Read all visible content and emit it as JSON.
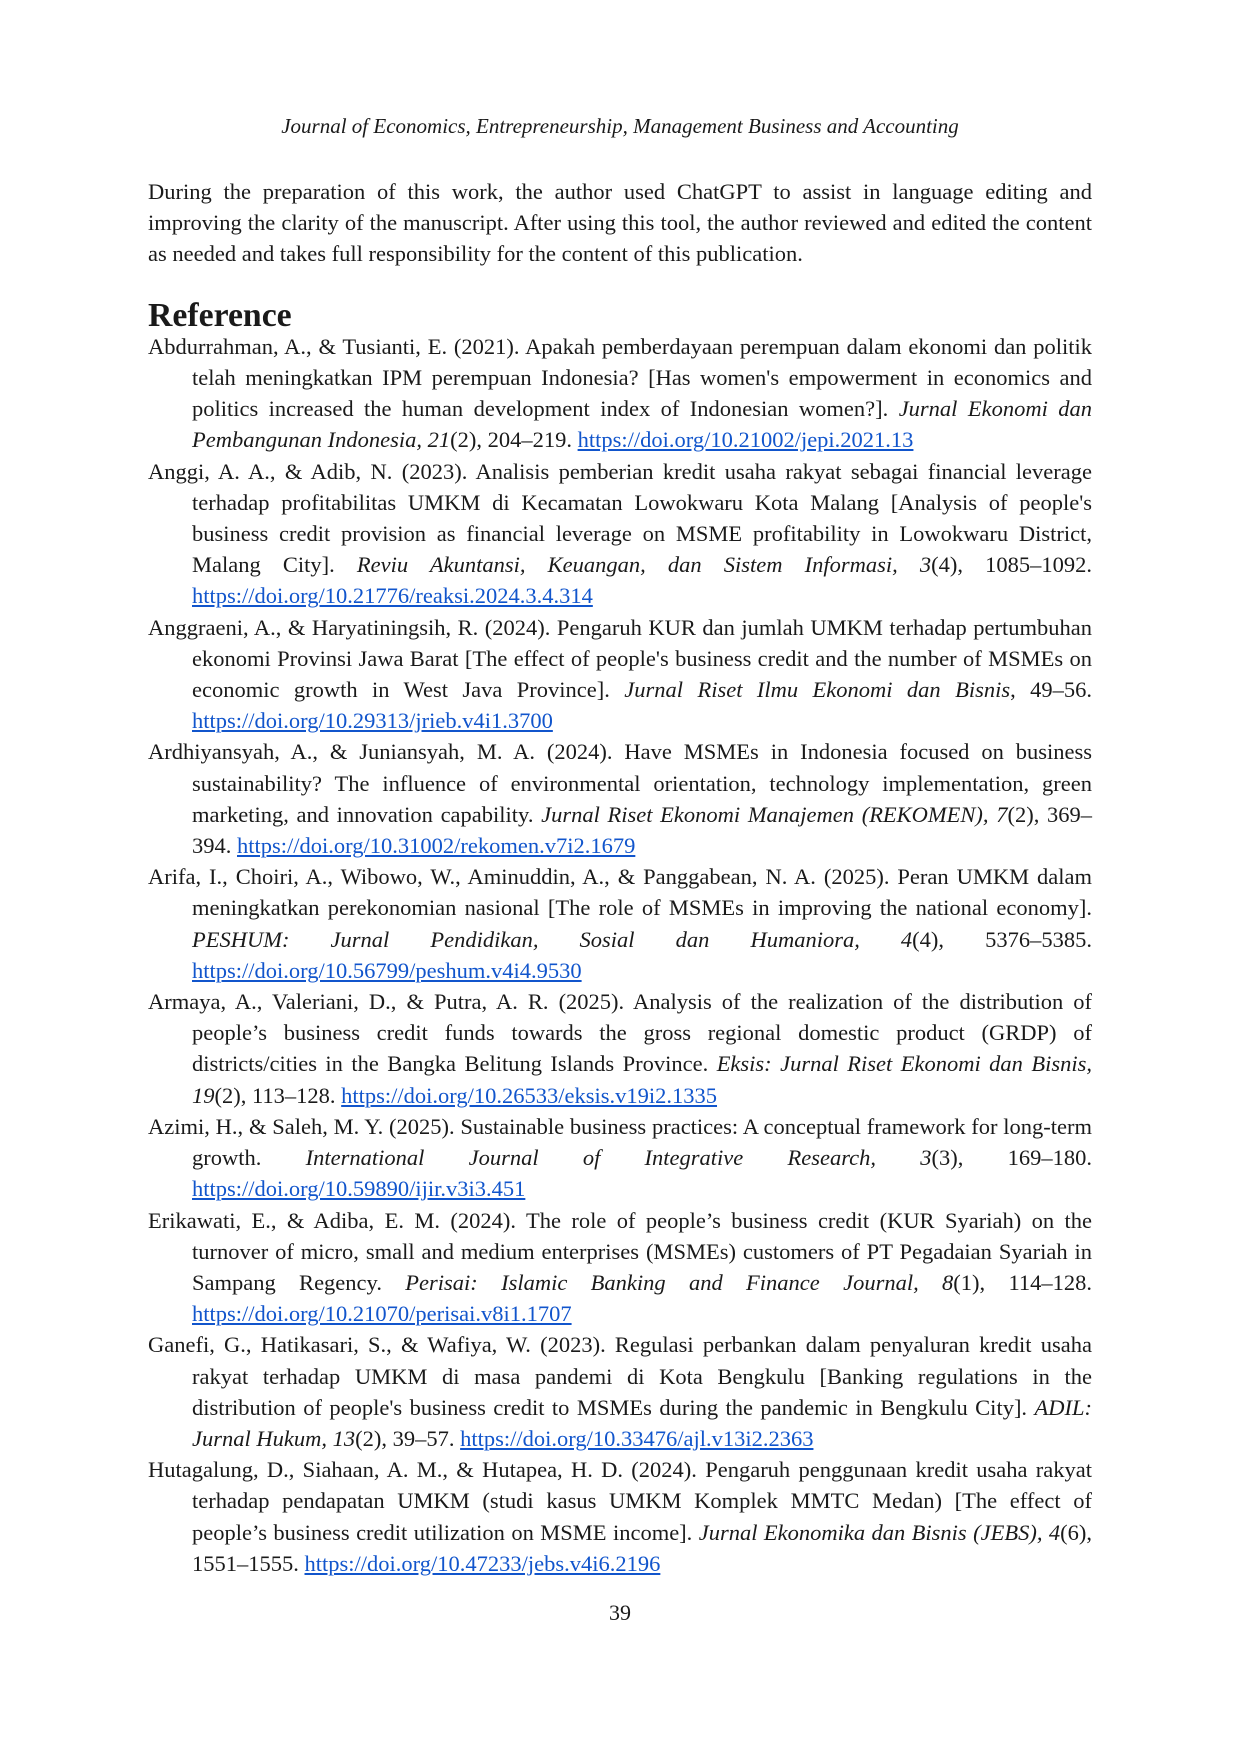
{
  "header": {
    "journal_title": "Journal of Economics, Entrepreneurship, Management Business and Accounting"
  },
  "statement": "During the preparation of this work, the author used ChatGPT to assist in language editing and improving the clarity of the manuscript. After using this tool, the author reviewed and edited the content as needed and takes full responsibility for the content of this publication.",
  "references": {
    "heading": "Reference",
    "items": [
      {
        "pre": "Abdurrahman, A., & Tusianti, E. (2021). Apakah pemberdayaan perempuan dalam ekonomi dan politik telah meningkatkan IPM perempuan Indonesia? [Has women's empowerment in economics and politics increased the human development index of Indonesian women?]. ",
        "journal": "Jurnal Ekonomi dan Pembangunan Indonesia, 21",
        "post": "(2), 204–219. ",
        "doi": "https://doi.org/10.21002/jepi.2021.13"
      },
      {
        "pre": "Anggi, A. A., & Adib, N. (2023). Analisis pemberian kredit usaha rakyat sebagai financial leverage terhadap profitabilitas UMKM di Kecamatan Lowokwaru Kota Malang [Analysis of people's business credit provision as financial leverage on MSME profitability in Lowokwaru District, Malang City]. ",
        "journal": "Reviu Akuntansi, Keuangan, dan Sistem Informasi, 3",
        "post": "(4), 1085–1092. ",
        "doi": "https://doi.org/10.21776/reaksi.2024.3.4.314"
      },
      {
        "pre": "Anggraeni, A., & Haryatiningsih, R. (2024). Pengaruh KUR dan jumlah UMKM terhadap pertumbuhan ekonomi Provinsi Jawa Barat [The effect of people's business credit and the number of MSMEs on economic growth in West Java Province]. ",
        "journal": "Jurnal Riset Ilmu Ekonomi dan Bisnis",
        "post": ", 49–56. ",
        "doi": "https://doi.org/10.29313/jrieb.v4i1.3700"
      },
      {
        "pre": "Ardhiyansyah, A., & Juniansyah, M. A. (2024). Have MSMEs in Indonesia focused on business sustainability? The influence of environmental orientation, technology implementation, green marketing, and innovation capability. ",
        "journal": "Jurnal Riset Ekonomi Manajemen (REKOMEN), 7",
        "post": "(2), 369–394. ",
        "doi": "https://doi.org/10.31002/rekomen.v7i2.1679"
      },
      {
        "pre": "Arifa, I., Choiri, A., Wibowo, W., Aminuddin, A., & Panggabean, N. A. (2025). Peran UMKM dalam meningkatkan perekonomian nasional [The role of MSMEs in improving the national economy]. ",
        "journal": "PESHUM: Jurnal Pendidikan, Sosial dan Humaniora, 4",
        "post": "(4), 5376–5385. ",
        "doi": "https://doi.org/10.56799/peshum.v4i4.9530"
      },
      {
        "pre": "Armaya, A., Valeriani, D., & Putra, A. R. (2025). Analysis of the realization of the distribution of people’s business credit funds towards the gross regional domestic product (GRDP) of districts/cities in the Bangka Belitung Islands Province. ",
        "journal": "Eksis: Jurnal Riset Ekonomi dan Bisnis, 19",
        "post": "(2), 113–128. ",
        "doi": "https://doi.org/10.26533/eksis.v19i2.1335"
      },
      {
        "pre": "Azimi, H., & Saleh, M. Y. (2025). Sustainable business practices: A conceptual framework for long-term growth. ",
        "journal": "International Journal of Integrative Research, 3",
        "post": "(3), 169–180. ",
        "doi": "https://doi.org/10.59890/ijir.v3i3.451"
      },
      {
        "pre": "Erikawati, E., & Adiba, E. M. (2024). The role of people’s business credit (KUR Syariah) on the turnover of micro, small and medium enterprises (MSMEs) customers of PT Pegadaian Syariah in Sampang Regency. ",
        "journal": "Perisai: Islamic Banking and Finance Journal, 8",
        "post": "(1), 114–128. ",
        "doi": "https://doi.org/10.21070/perisai.v8i1.1707"
      },
      {
        "pre": "Ganefi, G., Hatikasari, S., & Wafiya, W. (2023). Regulasi perbankan dalam penyaluran kredit usaha rakyat terhadap UMKM di masa pandemi di Kota Bengkulu [Banking regulations in the distribution of people's business credit to MSMEs during the pandemic in Bengkulu City]. ",
        "journal": "ADIL: Jurnal Hukum, 13",
        "post": "(2), 39–57. ",
        "doi": "https://doi.org/10.33476/ajl.v13i2.2363"
      },
      {
        "pre": "Hutagalung, D., Siahaan, A. M., & Hutapea, H. D. (2024). Pengaruh penggunaan kredit usaha rakyat terhadap pendapatan UMKM (studi kasus UMKM Komplek MMTC Medan) [The effect of people’s business credit utilization on MSME income]. ",
        "journal": "Jurnal Ekonomika dan Bisnis (JEBS), 4",
        "post": "(6), 1551–1555. ",
        "doi": "https://doi.org/10.47233/jebs.v4i6.2196"
      }
    ]
  },
  "footer": {
    "page_number": "39"
  }
}
